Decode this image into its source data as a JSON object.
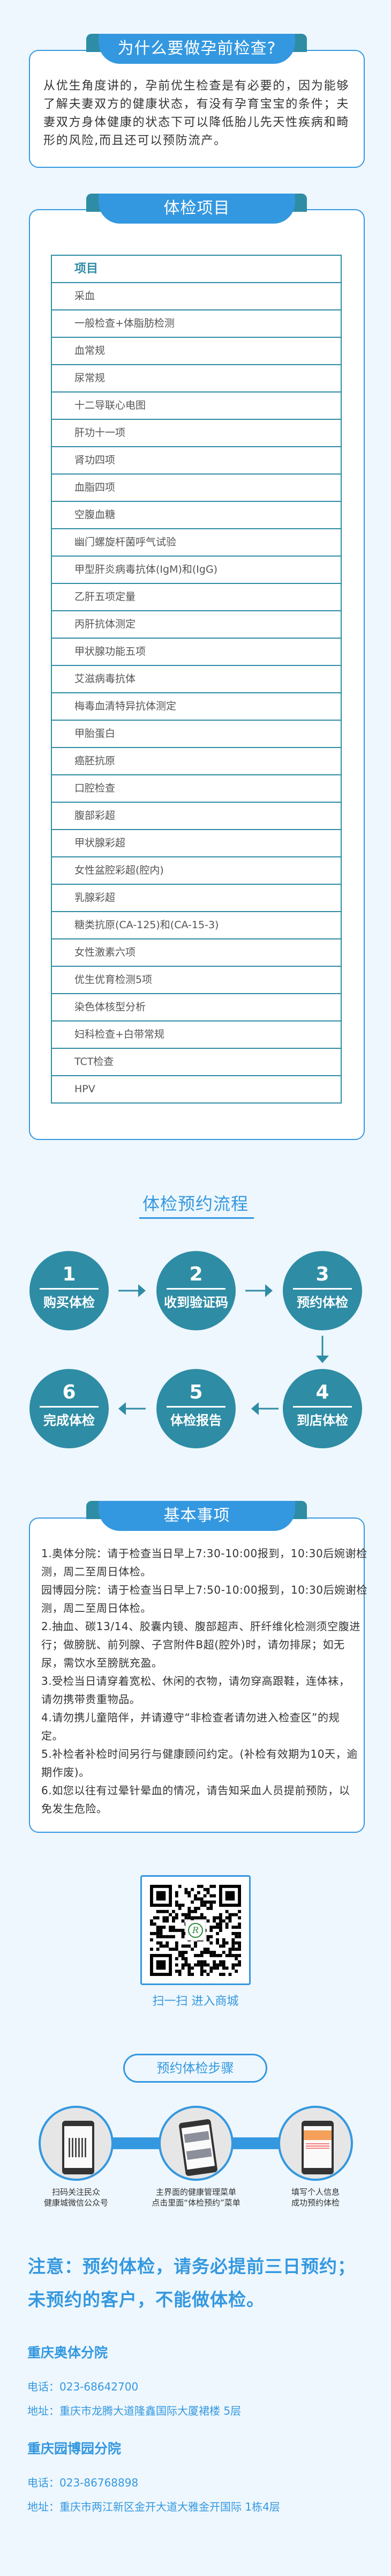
{
  "why": {
    "title": "为什么要做孕前检查?",
    "lines": [
      "从优生角度讲的，孕前优生检查是有必要的，因为能够",
      "了解夫妻双方的健康状态，有没有孕育宝宝的条件；夫",
      "妻双方身体健康的状态下可以降低胎儿先天性疾病和畸",
      "形的风险,而且还可以预防流产。"
    ]
  },
  "items": {
    "title": "体检项目",
    "header": "项目",
    "rows": [
      "采血",
      "一般检查+体脂肪检测",
      "血常规",
      "尿常规",
      "十二导联心电图",
      "肝功十一项",
      "肾功四项",
      "血脂四项",
      "空腹血糖",
      "幽门螺旋杆菌呼气试验",
      "甲型肝炎病毒抗体(IgM)和(IgG)",
      "乙肝五项定量",
      "丙肝抗体测定",
      "甲状腺功能五项",
      "艾滋病毒抗体",
      "梅毒血清特异抗体测定",
      "甲胎蛋白",
      "癌胚抗原",
      "口腔检查",
      "腹部彩超",
      "甲状腺彩超",
      "女性盆腔彩超(腔内)",
      "乳腺彩超",
      "糖类抗原(CA-125)和(CA-15-3)",
      "女性激素六项",
      "优生优育检测5项",
      "染色体核型分析",
      "妇科检查+白带常规",
      "TCT检查",
      "HPV"
    ]
  },
  "process": {
    "title": "体检预约流程",
    "steps": [
      {
        "num": "1",
        "label": "购买体检"
      },
      {
        "num": "2",
        "label": "收到验证码"
      },
      {
        "num": "3",
        "label": "预约体检"
      },
      {
        "num": "4",
        "label": "到店体检"
      },
      {
        "num": "5",
        "label": "体检报告"
      },
      {
        "num": "6",
        "label": "完成体检"
      }
    ]
  },
  "notes": {
    "title": "基本事项",
    "lines": [
      "1.奥体分院：请于检查当日早上7:30-10:00报到，10:30后婉谢检",
      "测，周二至周日体检。",
      "园博园分院：请于检查当日早上7:50-10:00报到，10:30后婉谢检",
      "测，周二至周日体检。",
      "2.抽血、碳13/14、胶囊内镜、腹部超声、肝纤维化检测须空腹进",
      "行；做膀胱、前列腺、子宫附件B超(腔外)时，请勿排尿；如无",
      "尿，需饮水至膀胱充盈。",
      "3.受检当日请穿着宽松、休闲的衣物，请勿穿高跟鞋，连体袜，",
      "请勿携带贵重物品。",
      "4.请勿携儿童陪伴，并请遵守“非检查者请勿进入检查区”的规",
      "定。",
      "5.补检者补检时间另行与健康顾问约定。(补检有效期为10天，逾",
      "期作废)。",
      "6.如您以往有过晕针晕血的情况，请告知采血人员提前预防，以",
      "免发生危险。"
    ]
  },
  "qr": {
    "caption": "扫一扫 进入商城"
  },
  "booking": {
    "title": "预约体检步骤",
    "steps": [
      {
        "line1": "扫码关注民众",
        "line2": "健康城微信公众号"
      },
      {
        "line1": "主界面的健康管理菜单",
        "line2": "点击里面“体检预约”菜单"
      },
      {
        "line1": "填写个人信息",
        "line2": "成功预约体检"
      }
    ]
  },
  "notice": {
    "line1": "注意：预约体检，请务必提前三日预约；",
    "line2": "未预约的客户，不能做体检。"
  },
  "branches": [
    {
      "name": "重庆奥体分院",
      "phone": "电话：023-68642700",
      "address": "地址：重庆市龙腾大道隆鑫国际大厦裙楼 5层"
    },
    {
      "name": "重庆园博园分院",
      "phone": "电话：023-86768898",
      "address": "地址：重庆市两江新区金开大道大雅金开国际 1栋4层"
    }
  ],
  "colors": {
    "blue": "#3498e0",
    "teal": "#2e8ca5",
    "background": "#eef7fd"
  }
}
